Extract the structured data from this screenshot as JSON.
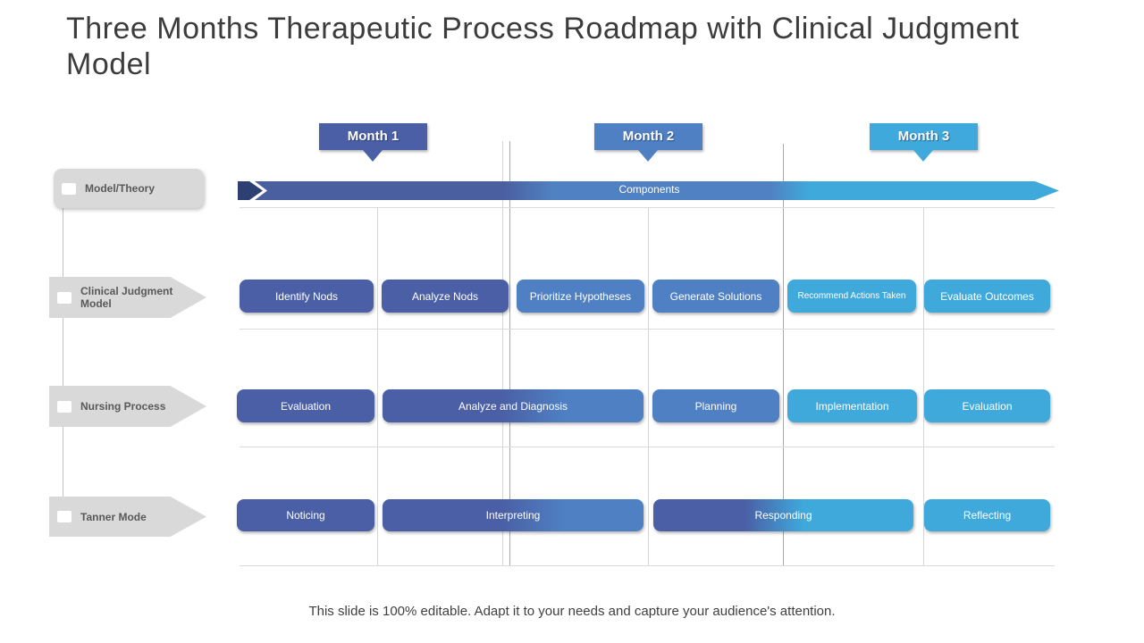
{
  "title": "Three Months Therapeutic Process Roadmap with Clinical Judgment Model",
  "months": [
    {
      "label": "Month 1",
      "color": "#4a5fa5"
    },
    {
      "label": "Month 2",
      "color": "#4f80c4"
    },
    {
      "label": "Month 3",
      "color": "#3fa9dc"
    }
  ],
  "timeline": {
    "bar_label": "Components"
  },
  "rows": [
    {
      "label": "Model/Theory"
    },
    {
      "label": "Clinical Judgment Model",
      "blocks": [
        {
          "label": "Identify Nods"
        },
        {
          "label": "Analyze Nods"
        },
        {
          "label": "Prioritize Hypotheses"
        },
        {
          "label": "Generate Solutions"
        },
        {
          "label": "Recommend Actions Taken"
        },
        {
          "label": "Evaluate Outcomes"
        }
      ]
    },
    {
      "label": "Nursing Process",
      "blocks": [
        {
          "label": "Evaluation"
        },
        {
          "label": "Analyze and Diagnosis"
        },
        {
          "label": "Planning"
        },
        {
          "label": "Implementation"
        },
        {
          "label": "Evaluation"
        }
      ]
    },
    {
      "label": "Tanner Mode",
      "blocks": [
        {
          "label": "Noticing"
        },
        {
          "label": "Interpreting"
        },
        {
          "label": "Responding"
        },
        {
          "label": "Reflecting"
        }
      ]
    }
  ],
  "colors": {
    "dark_blue": "#4a5fa5",
    "medium_blue": "#4f80c4",
    "light_blue": "#3fa9dc",
    "label_gray": "#d9d9d9",
    "chevron_navy": "#2e3f73"
  },
  "footer": "This slide is 100% editable. Adapt it to your needs and capture your audience's attention."
}
